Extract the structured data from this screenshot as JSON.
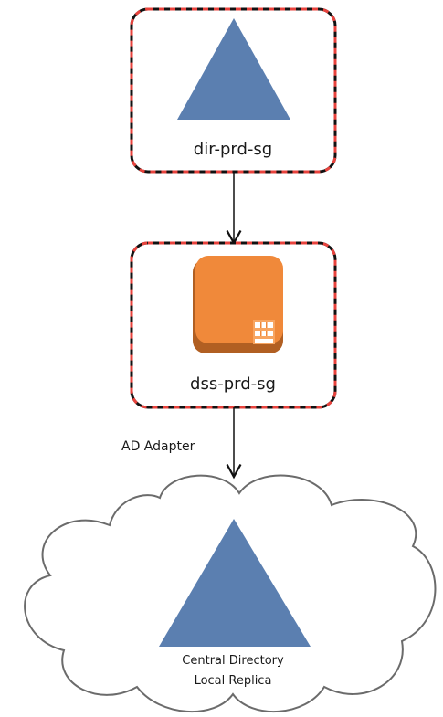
{
  "nodes": {
    "top": {
      "label": "dir-prd-sg"
    },
    "middle": {
      "label": "dss-prd-sg"
    },
    "cloud": {
      "label_line1": "Central Directory",
      "label_line2": "Local Replica"
    }
  },
  "edges": {
    "middle_to_cloud": {
      "label": "AD Adapter"
    }
  },
  "colors": {
    "triangle_fill": "#5b7fb0",
    "box_dash_red": "#e8433d",
    "box_stroke": "#111111",
    "orange_icon": "#f0893a",
    "orange_icon_shadow": "#b15f22",
    "cloud_stroke": "#6b6b6b"
  }
}
